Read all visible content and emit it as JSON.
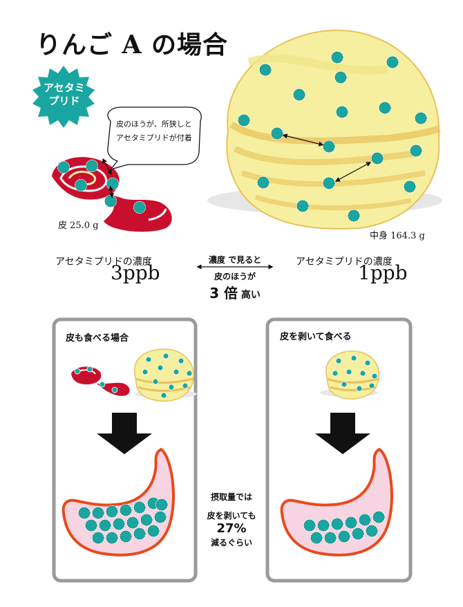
{
  "title": "りんご A の場合",
  "badge": {
    "line1": "アセタミ",
    "line2": "プリド"
  },
  "dot_label": {
    "line1": "アセタミ",
    "line2": "プリド"
  },
  "callout": {
    "line1": "皮のほうが、所狭しと",
    "line2": "アセタミプリドが付着"
  },
  "peel": {
    "label": "皮 25.0 g",
    "conc_label": "アセタミプリドの濃度",
    "conc_value": "3ppb"
  },
  "flesh": {
    "label": "中身 164.3 g",
    "conc_label": "アセタミプリドの濃度",
    "conc_value": "1ppb"
  },
  "comparison": {
    "line1": "濃度 で見ると",
    "line2": "皮のほうが",
    "line3_num": "3 倍",
    "line3_rest": " 高い"
  },
  "panels": {
    "left_title": "皮も食べる場合",
    "right_title": "皮を剥いて食べる"
  },
  "intake_note": {
    "line1": "摂取量では",
    "line2": "皮を剥いても",
    "line3": "27%",
    "line4": "減るぐらい"
  },
  "colors": {
    "peel_red": "#c8102e",
    "flesh_yellow": "#f6ef9f",
    "flesh_edge": "#e8c15a",
    "teal": "#1aa6a0",
    "stomach_pink": "#f6d4e1",
    "stomach_edge": "#e84a1c",
    "arrow": "#111111",
    "panel_border": "#9a9a9a"
  },
  "icons": {
    "badge": "starburst-badge-icon",
    "pesticide": "pesticide-dot-icon",
    "down_arrow": "down-arrow-icon",
    "double_arrow": "double-arrow-icon"
  }
}
